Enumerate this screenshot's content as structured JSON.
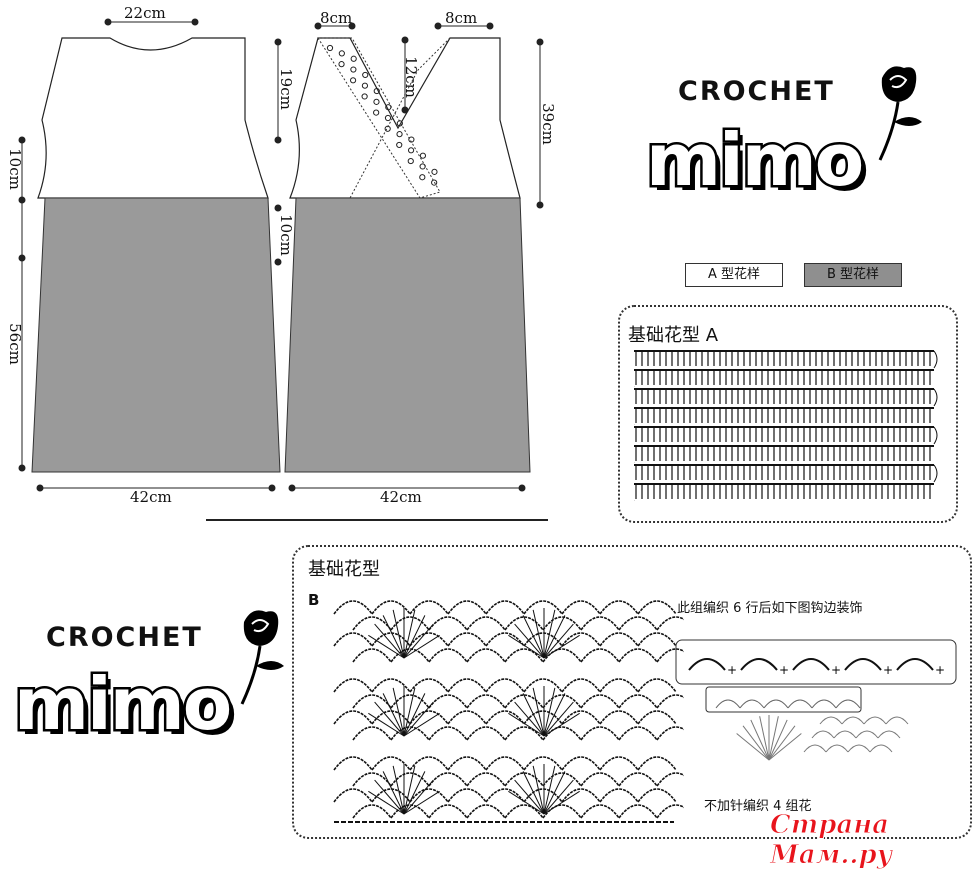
{
  "garment": {
    "back": {
      "neck_width": "22cm",
      "armhole_depth": "19cm",
      "bodice_side": "10cm",
      "skirt_length": "56cm",
      "hem_width": "42cm"
    },
    "front": {
      "left_shoulder": "8cm",
      "right_shoulder": "8cm",
      "v_depth": "12cm",
      "total_length": "39cm",
      "bodice_side": "10cm",
      "hem_width": "42cm"
    }
  },
  "logo_top": {
    "line1": "CROCHET",
    "line2": "mimo"
  },
  "logo_bottom": {
    "line1": "CROCHET",
    "line2": "mimo"
  },
  "legend": {
    "a": "A 型花样",
    "b": "B 型花样",
    "b_color": "#8f8f8f"
  },
  "pattern_a": {
    "title": "基础花型 A"
  },
  "pattern_b": {
    "title": "基础花型",
    "label": "B",
    "note_top": "此组编织 6 行后如下图钩边装饰",
    "note_bottom": "不加针编织 4 组花"
  },
  "watermark": "Страна Мам..ру",
  "colors": {
    "skirt_fill": "#9a9a9a",
    "watermark": "#e8141c"
  }
}
